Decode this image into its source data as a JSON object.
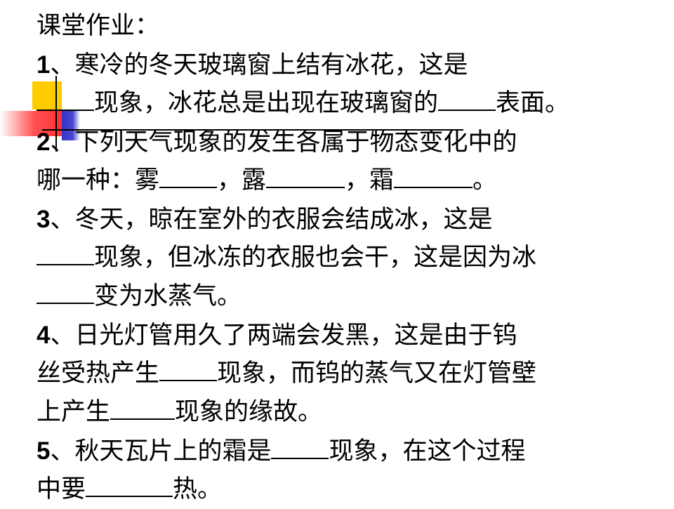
{
  "title": "课堂作业：",
  "q1": {
    "num": "1",
    "a": "、寒冷的冬天玻璃窗上结有冰花，这是",
    "b": "现象，冰花总是出现在玻璃窗的",
    "c": "表面。"
  },
  "q2": {
    "num": "2",
    "a": "、下列天气现象的发生各属于物态变化中的",
    "b": "哪一种：雾",
    "c": "，露",
    "d": "，霜",
    "e": "。"
  },
  "q3": {
    "num": "3",
    "a": "、冬天，晾在室外的衣服会结成冰，这是",
    "b": "现象，但冰冻的衣服也会干，这是因为冰",
    "c": "变为水蒸气。"
  },
  "q4": {
    "num": "4",
    "a": "、日光灯管用久了两端会发黑，这是由于钨",
    "b": "丝受热产生",
    "c": "现象，而钨的蒸气又在灯管壁",
    "d": "上产生",
    "e": "现象的缘故。"
  },
  "q5": {
    "num": "5",
    "a": "、秋天瓦片上的霜是",
    "b": "现象，在这个过程",
    "c": "中要",
    "d": "热。"
  },
  "colors": {
    "yellow": "#FFCC00",
    "blue": "#3333CC",
    "red": "#FF3333"
  }
}
